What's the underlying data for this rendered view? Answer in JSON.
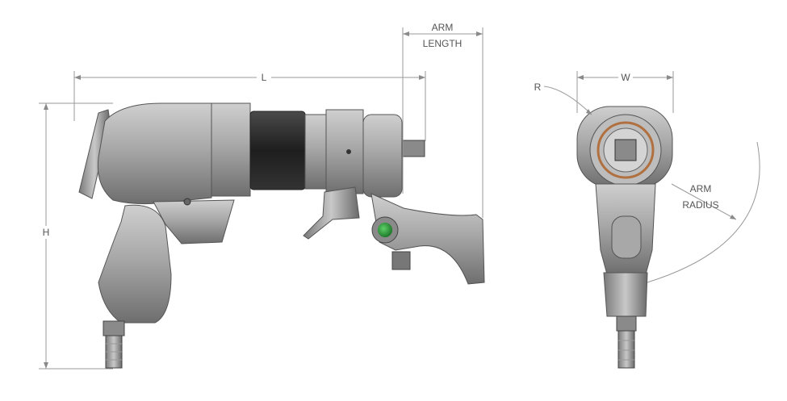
{
  "labels": {
    "arm_length_line1": "ARM",
    "arm_length_line2": "LENGTH",
    "length": "L",
    "height": "H",
    "width": "W",
    "radius": "R",
    "arm_radius_line1": "ARM",
    "arm_radius_line2": "RADIUS"
  },
  "colors": {
    "dimension_line": "#9a9a9a",
    "label_text": "#555555",
    "body_metal": "#9c9c9c",
    "dark_sleeve": "#2a2a2a",
    "button_green": "#2e9e3a",
    "ring_bronze": "#b07040"
  }
}
